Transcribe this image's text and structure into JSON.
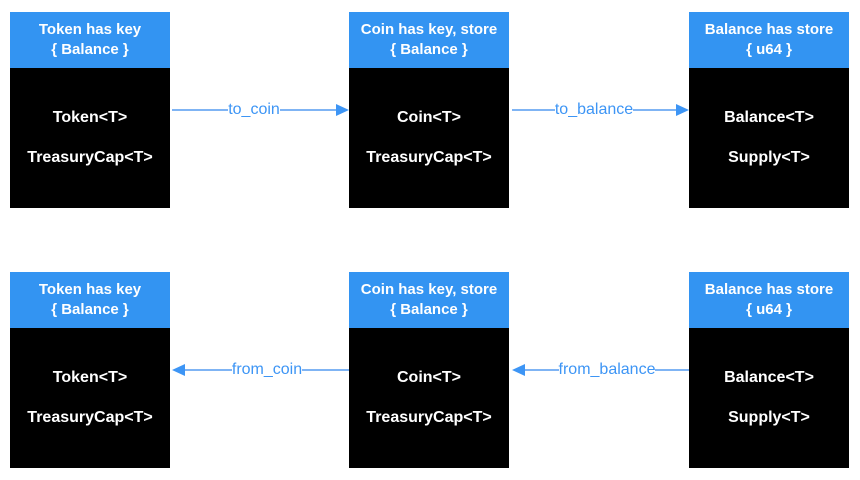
{
  "colors": {
    "background": "#ffffff",
    "header_blue": "#3394F2",
    "box_black": "#000000",
    "box_text": "#ffffff",
    "arrow_blue": "#3D95F5",
    "line_blue": "#7FB4F4"
  },
  "boxes": [
    {
      "title": "Token has key",
      "subtitle": "{ Balance }",
      "items": [
        "Token<T>",
        "TreasuryCap<T>"
      ]
    },
    {
      "title": "Coin has key, store",
      "subtitle": "{ Balance }",
      "items": [
        "Coin<T>",
        "TreasuryCap<T>"
      ]
    },
    {
      "title": "Balance has store",
      "subtitle": "{ u64 }",
      "items": [
        "Balance<T>",
        "Supply<T>"
      ]
    },
    {
      "title": "Token has key",
      "subtitle": "{ Balance }",
      "items": [
        "Token<T>",
        "TreasuryCap<T>"
      ]
    },
    {
      "title": "Coin has key, store",
      "subtitle": "{ Balance }",
      "items": [
        "Coin<T>",
        "TreasuryCap<T>"
      ]
    },
    {
      "title": "Balance has store",
      "subtitle": "{ u64 }",
      "items": [
        "Balance<T>",
        "Supply<T>"
      ]
    }
  ],
  "arrows": [
    {
      "label": "to_coin",
      "direction": "right"
    },
    {
      "label": "to_balance",
      "direction": "right"
    },
    {
      "label": "from_coin",
      "direction": "left"
    },
    {
      "label": "from_balance",
      "direction": "left"
    }
  ]
}
